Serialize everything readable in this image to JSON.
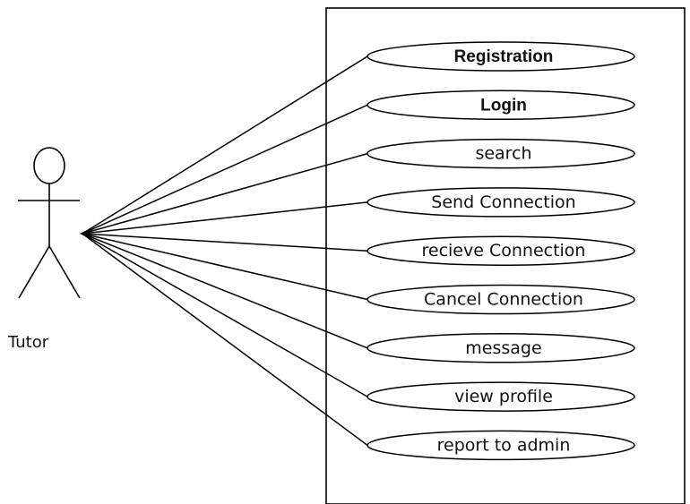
{
  "actor": {
    "name": "Tutor"
  },
  "use_cases": [
    {
      "label": "Registration",
      "bold": true
    },
    {
      "label": "Login",
      "bold": true
    },
    {
      "label": "search",
      "bold": false
    },
    {
      "label": "Send Connection",
      "bold": false
    },
    {
      "label": "recieve Connection",
      "bold": false
    },
    {
      "label": "Cancel Connection",
      "bold": false
    },
    {
      "label": "message",
      "bold": false
    },
    {
      "label": "view profile",
      "bold": false
    },
    {
      "label": "report to admin",
      "bold": false
    }
  ],
  "colors": {
    "line": "#000000",
    "background": "#ffffff",
    "text": "#111111"
  }
}
